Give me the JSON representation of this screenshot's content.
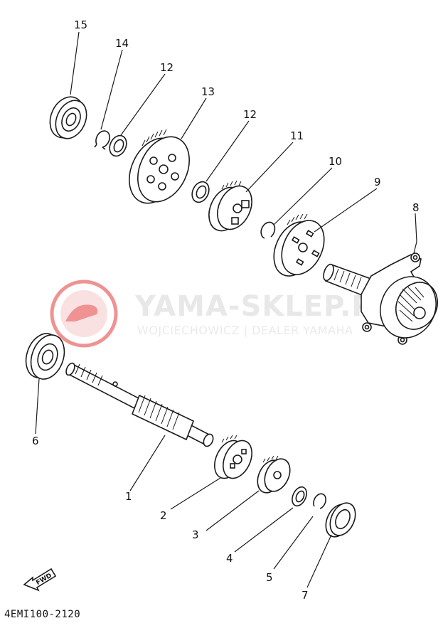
{
  "callouts": [
    "1",
    "2",
    "3",
    "4",
    "5",
    "6",
    "7",
    "8",
    "9",
    "10",
    "11",
    "12",
    "13",
    "14",
    "15"
  ],
  "callout_12_second": "12",
  "diagram_code": "4EMI100-2120",
  "fwd_label": "FWD",
  "watermark": {
    "title": "YAMA-SKLEP.PL",
    "subtitle": "WOJCIECHOWICZ | DEALER YAMAHA",
    "logo_color": "#e33a3a"
  }
}
